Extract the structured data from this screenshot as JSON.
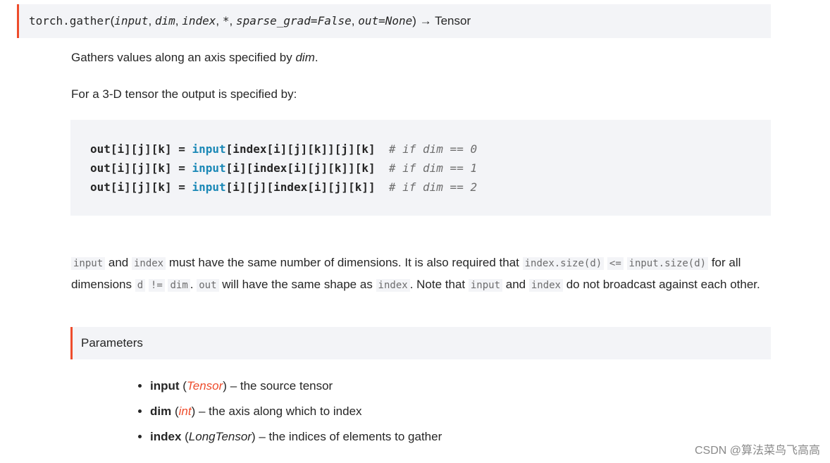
{
  "signature": {
    "name": "torch.gather",
    "open": "(",
    "args": [
      "input",
      "dim",
      "index",
      "*",
      "sparse_grad=False",
      "out=None"
    ],
    "close": ")",
    "arrow": "→",
    "returns": "Tensor"
  },
  "desc1": {
    "before": "Gathers values along an axis specified by ",
    "em": "dim",
    "after": "."
  },
  "desc2": "For a 3-D tensor the output is specified by:",
  "code": [
    {
      "lhs": "out[i][j][k] = ",
      "kw": "input",
      "rhs": "[index[i][j][k]][j][k]  ",
      "comment": "# if dim == 0"
    },
    {
      "lhs": "out[i][j][k] = ",
      "kw": "input",
      "rhs": "[i][index[i][j][k]][k]  ",
      "comment": "# if dim == 1"
    },
    {
      "lhs": "out[i][j][k] = ",
      "kw": "input",
      "rhs": "[i][j][index[i][j][k]]  ",
      "comment": "# if dim == 2"
    }
  ],
  "para": {
    "c1": "input",
    "t1": " and ",
    "c2": "index",
    "t2": " must have the same number of dimensions. It is also required that ",
    "c3": "index.size(d)",
    "t3": " ",
    "c4": "<=",
    "t4": " ",
    "c5": "input.size(d)",
    "t5": " for all dimensions ",
    "c6": "d",
    "t6": " ",
    "c7": "!=",
    "t7": " ",
    "c8": "dim",
    "t8": ". ",
    "c9": "out",
    "t9": " will have the same shape as ",
    "c10": "index",
    "t10": ". Note that ",
    "c11": "input",
    "t11": " and ",
    "c12": "index",
    "t12": " do not broadcast against each other."
  },
  "parameters_label": "Parameters",
  "parameters": [
    {
      "name": "input",
      "type": "Tensor",
      "desc": " – the source tensor"
    },
    {
      "name": "dim",
      "type": "int",
      "desc": " – the axis along which to index"
    },
    {
      "name": "index",
      "type": "LongTensor",
      "desc": " – the indices of elements to gather"
    }
  ],
  "watermark": "CSDN @算法菜鸟飞高高"
}
